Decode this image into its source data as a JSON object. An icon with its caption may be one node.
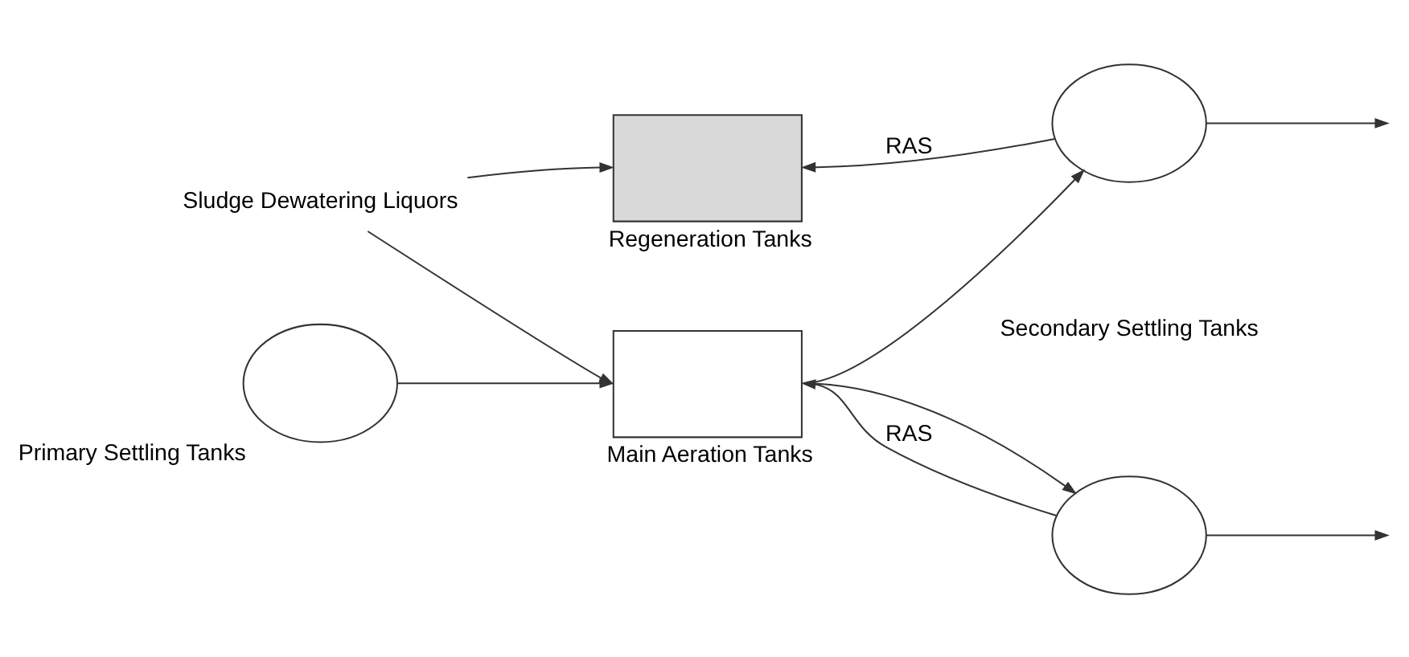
{
  "diagram": {
    "nodes": [
      {
        "text": [
          "Sludge Dewatering Liquors"
        ]
      },
      {
        "text": [],
        "shape": "box",
        "beside": [
          "Regeneration Tanks"
        ]
      },
      {
        "text": [],
        "shape": "circle",
        "beside": [
          "Primary Settling Tanks"
        ]
      },
      {
        "text": [],
        "shape": "box",
        "beside": [
          "Main Aeration Tanks"
        ]
      },
      {
        "text": [],
        "shape": "circle"
      },
      {
        "text": [],
        "shape": "circle"
      }
    ],
    "edges": [
      {
        "from": 0,
        "to": 1,
        "arrow": "to"
      },
      {
        "from": 0,
        "to": 3,
        "arrow": "to"
      },
      {
        "from": 2,
        "to": 3,
        "arrow": "to"
      },
      {
        "from": 3,
        "to": 4,
        "arrow": "to"
      },
      {
        "from": 3,
        "to": 5,
        "arrow": "to"
      },
      {
        "from": 4,
        "to": 1,
        "arrow": "to",
        "label": "RAS"
      },
      {
        "from": 5,
        "to": 3,
        "arrow": "to",
        "label": "RAS"
      },
      {
        "from": 4,
        "to": null,
        "arrow": "to"
      },
      {
        "from": 5,
        "to": null,
        "arrow": "to"
      }
    ],
    "labels": [
      "Secondary Settling Tanks"
    ]
  }
}
